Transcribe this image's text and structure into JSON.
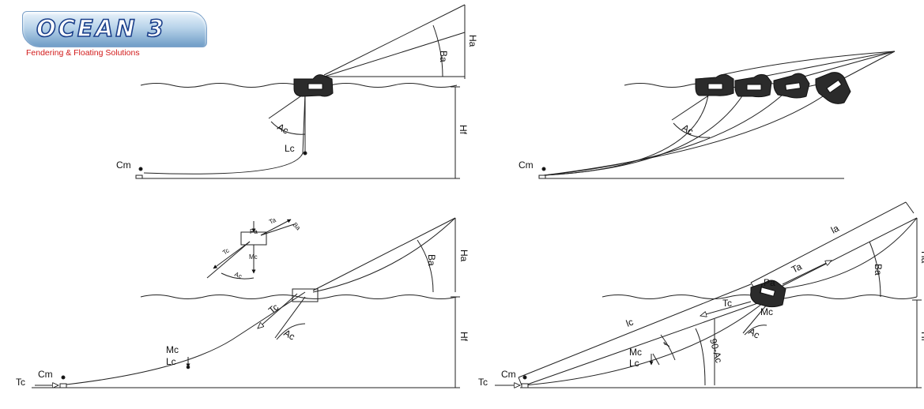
{
  "logo": {
    "name": "OCEAN 3",
    "tagline": "Fendering & Floating Solutions",
    "colors": {
      "wordmark_outline": "#1a3f8a",
      "tagline": "#d21a1a"
    }
  },
  "panel_top_left": {
    "angle_anchor": "Ba",
    "height_anchor": "Ha",
    "angle_chain": "Ac",
    "chain_length": "Lc",
    "height_floor": "Hf",
    "chain_mass_point": "Cm"
  },
  "panel_top_right": {
    "angle_chain": "Ac",
    "chain_mass_point": "Cm"
  },
  "panel_bottom_left": {
    "angle_anchor": "Ba",
    "height_anchor": "Ha",
    "height_floor": "Hf",
    "tension_chain": "Tc",
    "angle_chain": "Ac",
    "moment_chain": "Mc",
    "chain_length": "Lc",
    "chain_mass_point": "Cm",
    "tension_start": "Tc",
    "inset": {
      "force_pa": "Pa",
      "tension_anchor": "Ta",
      "angle_anchor": "Ba",
      "tension_chain": "Tc",
      "moment_chain": "Mc",
      "angle_chain": "Ac"
    }
  },
  "panel_bottom_right": {
    "anchor_length": "la",
    "tension_anchor": "Ta",
    "force_pa": "Pa",
    "angle_anchor": "Ba",
    "height_anchor": "Ha",
    "height_floor": "Hf",
    "tension_chain": "Tc",
    "chain_label": "lc",
    "moment_chain": "Mc",
    "angle_chain": "Ac",
    "f_label": "f",
    "angle_complement": "90-Ac",
    "moment_chain_2": "Mc",
    "chain_length": "Lc",
    "chain_mass_point": "Cm",
    "tension_start": "Tc"
  }
}
